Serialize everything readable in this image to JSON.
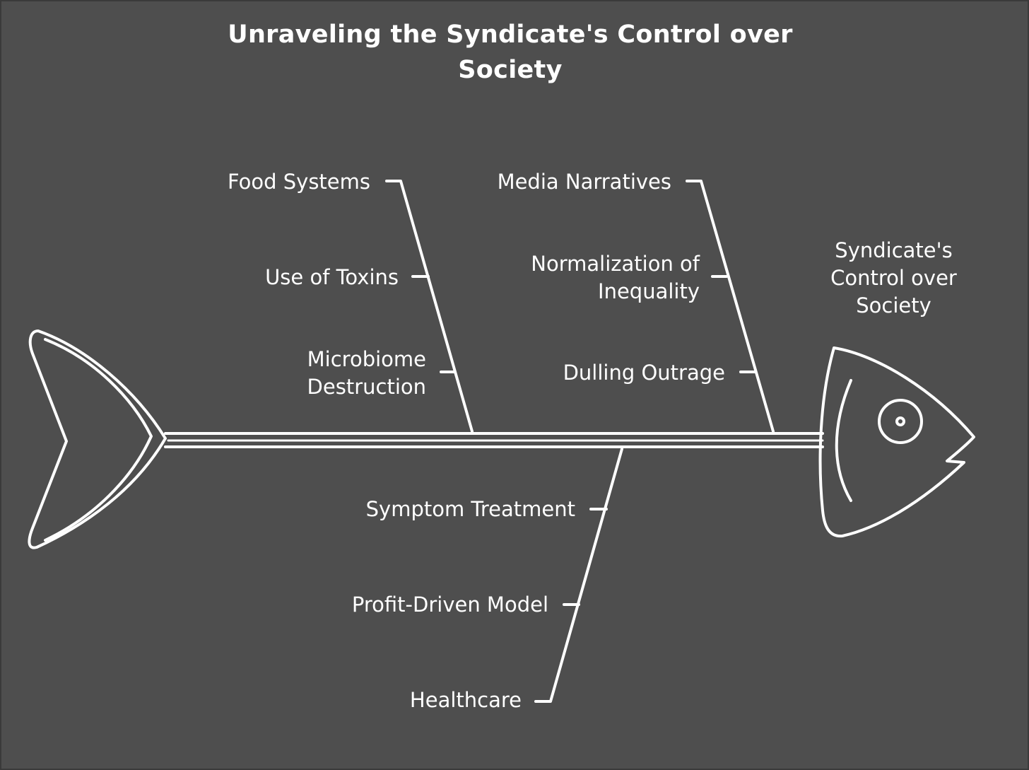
{
  "diagram": {
    "title": "Unraveling the Syndicate's Control over Society",
    "effect": "Syndicate's Control over Society",
    "categories": [
      {
        "name": "Food Systems",
        "causes": [
          "Use of Toxins",
          "Microbiome Destruction"
        ]
      },
      {
        "name": "Media Narratives",
        "causes": [
          "Normalization of Inequality",
          "Dulling Outrage"
        ]
      },
      {
        "name": "Healthcare",
        "causes": [
          "Symptom Treatment",
          "Profit-Driven Model"
        ]
      }
    ]
  },
  "colors": {
    "background": "#4e4e4e",
    "stroke": "#ffffff"
  }
}
